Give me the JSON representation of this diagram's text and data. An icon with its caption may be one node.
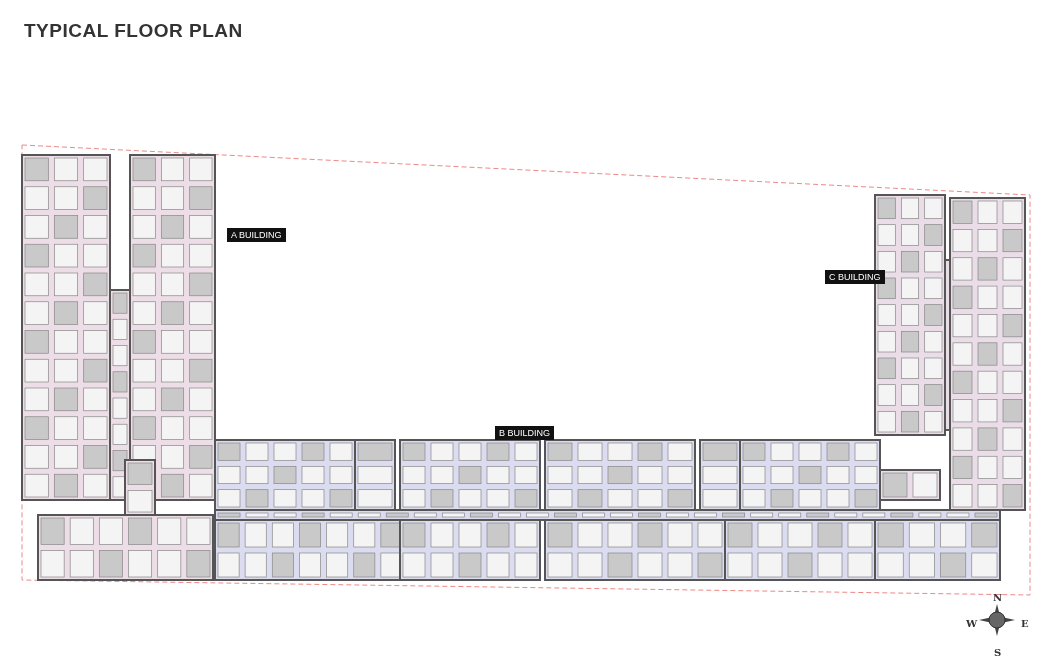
{
  "diagram": {
    "title": "TYPICAL FLOOR PLAN",
    "labels": [
      "A BUILDING",
      "C BUILDING",
      "B BUILDING",
      "N",
      "W",
      "E",
      "S"
    ]
  }
}
